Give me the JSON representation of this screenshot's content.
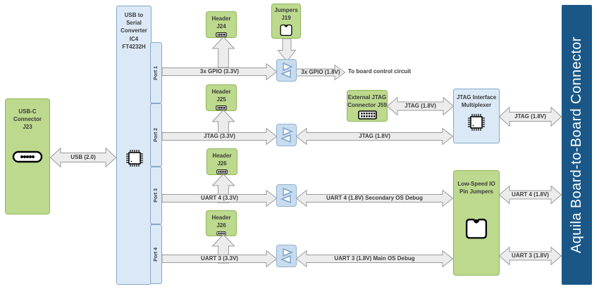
{
  "colors": {
    "green_fill": "#bcd98d",
    "green_stroke": "#90b75b",
    "blue_fill": "#dbe9f6",
    "blue_stroke": "#84a7c6",
    "shifter_fill": "#c9dcee",
    "dark_blue": "#1a5787",
    "arrow_fill": "#ececec",
    "arrow_stroke": "#9b9b9b"
  },
  "usbc": {
    "label": "USB-C\nConnector\nJ23"
  },
  "ft": {
    "label": "USB to Serial\nConverter IC4\nFT4232H",
    "ports": [
      "Port 1",
      "Port 2",
      "Port 3",
      "Port 4"
    ]
  },
  "headers": {
    "j24": "Header J24",
    "j25": "Header J25",
    "j26_uart4": "Header J26",
    "j26_uart3": "Header J26"
  },
  "jumpers_j19": {
    "label": "Jumpers\nJ19"
  },
  "ext_jtag": {
    "label": "External JTAG\nConnector J59"
  },
  "mux": {
    "label": "JTAG Interface\nMultiplexer"
  },
  "lowspeed": {
    "label": "Low-Speed IO\nPin Jumpers"
  },
  "aquila": {
    "label": "Aquila Board-to-Board Connector"
  },
  "arrows": {
    "usb": "USB (2.0)",
    "gpio_33": "3x GPIO (3.3V)",
    "gpio_18": "3x GPIO (1.8V)",
    "board_control": "To board control circuit",
    "jtag_33": "JTAG (3.3V)",
    "jtag_18_mid": "JTAG (1.8V)",
    "jtag_18_ext": "JTAG (1.8V)",
    "jtag_18_out": "JTAG (1.8V)",
    "uart4_33": "UART 4 (3.3V)",
    "uart4_18": "UART 4 (1.8V) Secondary OS Debug",
    "uart4_out": "UART 4 (1.8V)",
    "uart3_33": "UART 3 (3.3V)",
    "uart3_18": "UART 3 (1.8V) Main OS Debug",
    "uart3_out": "UART 3 (1.8V)"
  }
}
